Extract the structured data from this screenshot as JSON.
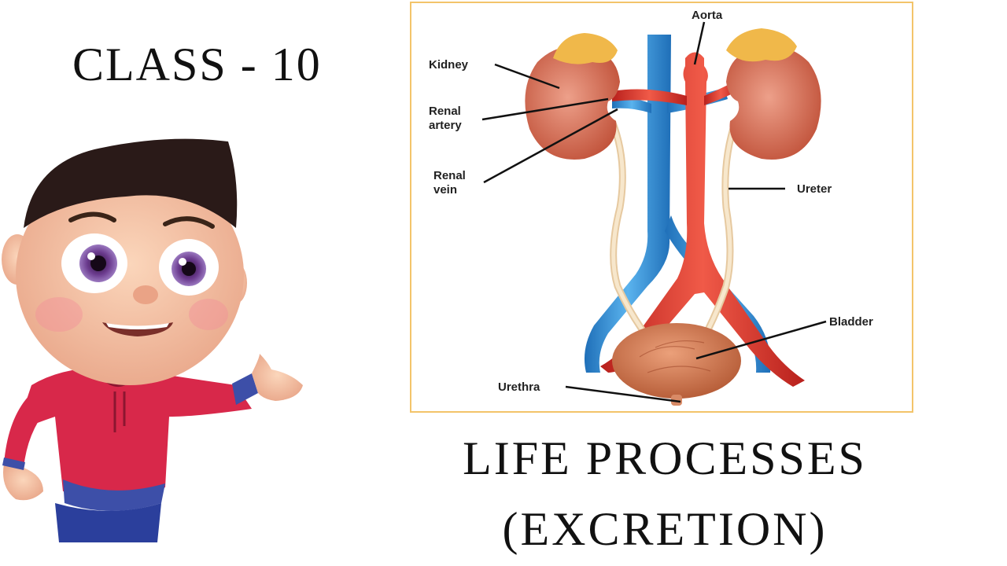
{
  "header": {
    "class_label": "CLASS - 10"
  },
  "diagram": {
    "labels": {
      "aorta": "Aorta",
      "kidney": "Kidney",
      "renal_artery_1": "Renal",
      "renal_artery_2": "artery",
      "renal_vein_1": "Renal",
      "renal_vein_2": "vein",
      "ureter": "Ureter",
      "bladder": "Bladder",
      "urethra": "Urethra"
    },
    "colors": {
      "artery": "#e0342c",
      "vein": "#2f8fd8",
      "kidney": "#d0644a",
      "adrenal": "#f0b84a",
      "ureter": "#f3dcb4",
      "bladder": "#d07a4e",
      "frame": "#f3c46a"
    }
  },
  "title": {
    "line1": "LIFE PROCESSES",
    "line2": "(EXCRETION)"
  }
}
